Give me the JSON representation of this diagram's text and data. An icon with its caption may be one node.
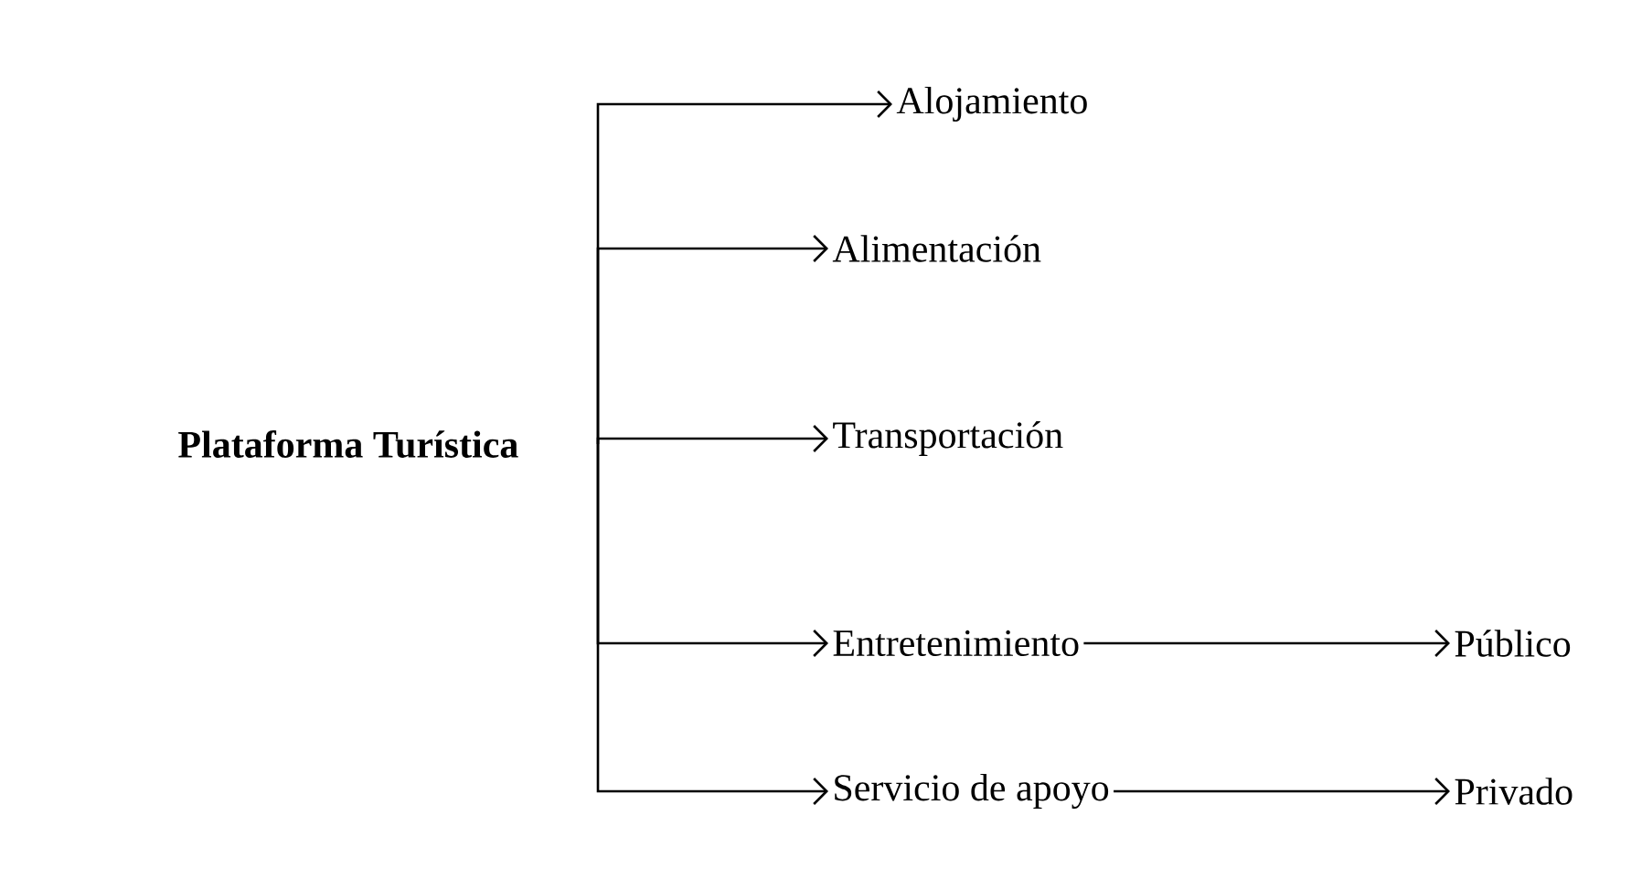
{
  "diagram": {
    "nodes": [
      {
        "text": [
          "Plataforma Turística"
        ]
      },
      {
        "text": [
          "Alojamiento"
        ]
      },
      {
        "text": [
          "Alimentación"
        ]
      },
      {
        "text": [
          "Transportación"
        ]
      },
      {
        "text": [
          "Entretenimiento"
        ]
      },
      {
        "text": [
          "Servicio de apoyo"
        ]
      },
      {
        "text": [
          "Público"
        ]
      },
      {
        "text": [
          "Privado"
        ]
      }
    ],
    "edges": [
      {
        "from": 0,
        "to": 1,
        "arrow": "to"
      },
      {
        "from": 0,
        "to": 2,
        "arrow": "to"
      },
      {
        "from": 0,
        "to": 3,
        "arrow": "to"
      },
      {
        "from": 0,
        "to": 4,
        "arrow": "to"
      },
      {
        "from": 0,
        "to": 5,
        "arrow": "to"
      },
      {
        "from": 4,
        "to": 6,
        "arrow": "to"
      },
      {
        "from": 5,
        "to": 7,
        "arrow": "to"
      }
    ]
  }
}
